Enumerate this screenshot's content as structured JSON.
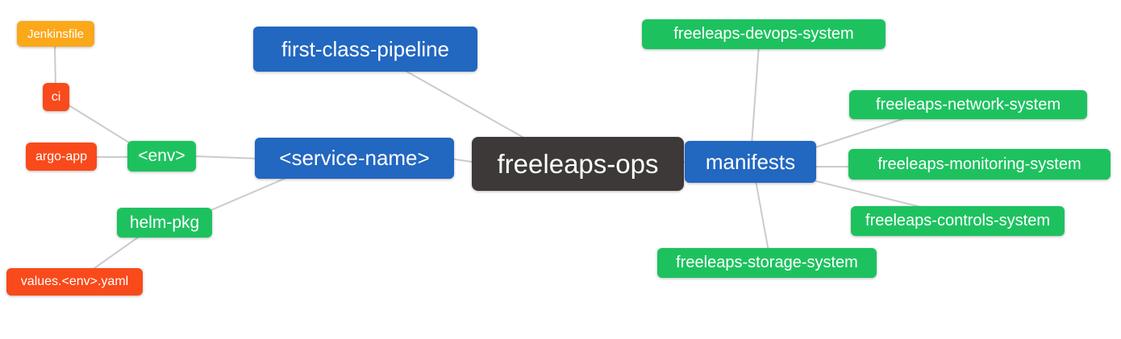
{
  "diagram": {
    "type": "mindmap",
    "root": "freeleaps-ops"
  },
  "palette": {
    "blue": "#2267C0",
    "green": "#1DC25F",
    "red": "#F94A1B",
    "orange": "#FBA81A",
    "dark": "#3C3938",
    "node_text": "#FFFFFF",
    "edge_line": "#CBCBCB"
  },
  "nodes": {
    "freeleaps_ops": {
      "label": "freeleaps-ops",
      "color": "dark",
      "level": 0
    },
    "first_class_pipeline": {
      "label": "first-class-pipeline",
      "color": "blue",
      "level": 1
    },
    "service_name": {
      "label": "<service-name>",
      "color": "blue",
      "level": 1
    },
    "manifests": {
      "label": "manifests",
      "color": "blue",
      "level": 1
    },
    "env": {
      "label": "<env>",
      "color": "green",
      "level": 2
    },
    "helm_pkg": {
      "label": "helm-pkg",
      "color": "green",
      "level": 2
    },
    "ci": {
      "label": "ci",
      "color": "red",
      "level": 3
    },
    "argo_app": {
      "label": "argo-app",
      "color": "red",
      "level": 3
    },
    "values_env_yaml": {
      "label": "values.<env>.yaml",
      "color": "red",
      "level": 3
    },
    "jenkinsfile": {
      "label": "Jenkinsfile",
      "color": "orange",
      "level": 4
    },
    "devops_system": {
      "label": "freeleaps-devops-system",
      "color": "green",
      "level": 2
    },
    "network_system": {
      "label": "freeleaps-network-system",
      "color": "green",
      "level": 2
    },
    "monitoring_system": {
      "label": "freeleaps-monitoring-system",
      "color": "green",
      "level": 2
    },
    "controls_system": {
      "label": "freeleaps-controls-system",
      "color": "green",
      "level": 2
    },
    "storage_system": {
      "label": "freeleaps-storage-system",
      "color": "green",
      "level": 2
    }
  },
  "edges": [
    {
      "from": "Jenkinsfile",
      "to": "ci"
    },
    {
      "from": "ci",
      "to": "<env>"
    },
    {
      "from": "argo-app",
      "to": "<env>"
    },
    {
      "from": "<env>",
      "to": "<service-name>"
    },
    {
      "from": "helm-pkg",
      "to": "<service-name>"
    },
    {
      "from": "values.<env>.yaml",
      "to": "helm-pkg"
    },
    {
      "from": "first-class-pipeline",
      "to": "freeleaps-ops"
    },
    {
      "from": "<service-name>",
      "to": "freeleaps-ops"
    },
    {
      "from": "freeleaps-ops",
      "to": "manifests"
    },
    {
      "from": "manifests",
      "to": "freeleaps-devops-system"
    },
    {
      "from": "manifests",
      "to": "freeleaps-network-system"
    },
    {
      "from": "manifests",
      "to": "freeleaps-monitoring-system"
    },
    {
      "from": "manifests",
      "to": "freeleaps-controls-system"
    },
    {
      "from": "manifests",
      "to": "freeleaps-storage-system"
    }
  ]
}
